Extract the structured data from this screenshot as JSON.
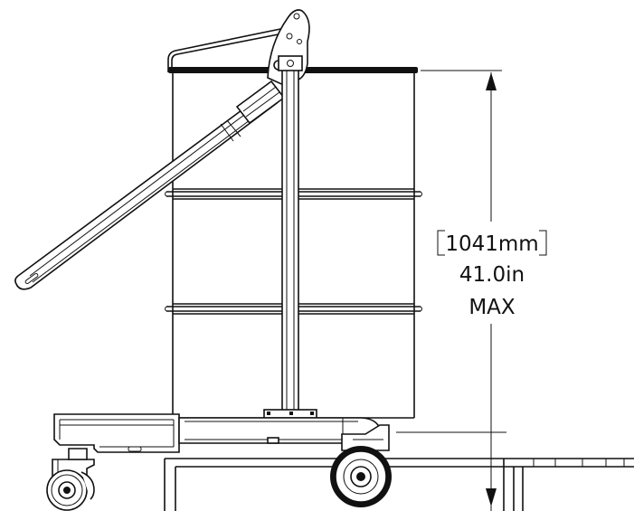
{
  "dimension": {
    "metric": "1041mm",
    "imperial": "41.0in",
    "qualifier": "MAX"
  },
  "colors": {
    "line": "#111111",
    "background": "#ffffff"
  }
}
